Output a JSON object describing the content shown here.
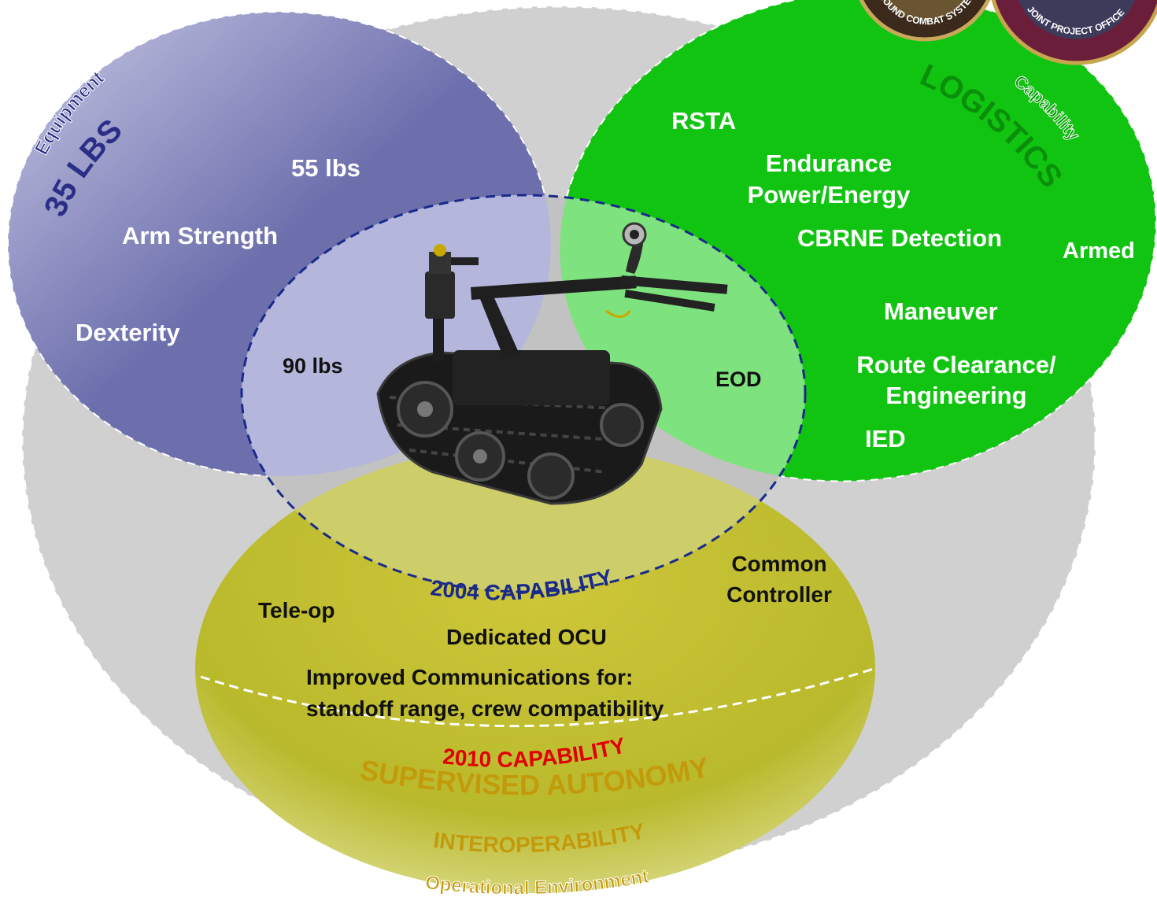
{
  "colors": {
    "outer_gray": "#d0d0d0",
    "equipment_purple": "#6d6fad",
    "capability_green": "#12c412",
    "environment_yellow": "#bdbd2a",
    "core_lavender": "#b4b6dc",
    "core_green": "#7ee27e",
    "core_dash": "#1a2a8a",
    "title_navy": "#2b2e86",
    "logistics_green": "#0a8f0a",
    "red": "#e00000",
    "gold": "#c39a0c"
  },
  "seals": {
    "left_text": "GROUND COMBAT SYSTEMS",
    "right_text": "JOINT PROJECT OFFICE"
  },
  "equipment": {
    "category": "Equipment",
    "weight_goal": "35 LBS",
    "weight_mid": "55 lbs",
    "arm_strength": "Arm Strength",
    "dexterity": "Dexterity"
  },
  "capability": {
    "category": "Capability",
    "heading": "LOGISTICS",
    "rsta": "RSTA",
    "endurance": "Endurance",
    "power": "Power/Energy",
    "cbrne": "CBRNE Detection",
    "armed": "Armed",
    "maneuver": "Maneuver",
    "route": "Route Clearance/",
    "engineering": "Engineering",
    "ied": "IED"
  },
  "core": {
    "weight": "90 lbs",
    "eod": "EOD",
    "label": "2004 CAPABILITY"
  },
  "environment": {
    "common": "Common",
    "controller": "Controller",
    "teleop": "Tele-op",
    "ocu": "Dedicated OCU",
    "comms_1": "Improved Communications for:",
    "comms_2": "standoff range, crew compatibility",
    "label_2010": "2010 CAPABILITY",
    "autonomy": "SUPERVISED AUTONOMY",
    "interop": "INTEROPERABILITY",
    "category": "Operational Environment"
  },
  "robot": {
    "icon": "tracked-robot-icon"
  }
}
